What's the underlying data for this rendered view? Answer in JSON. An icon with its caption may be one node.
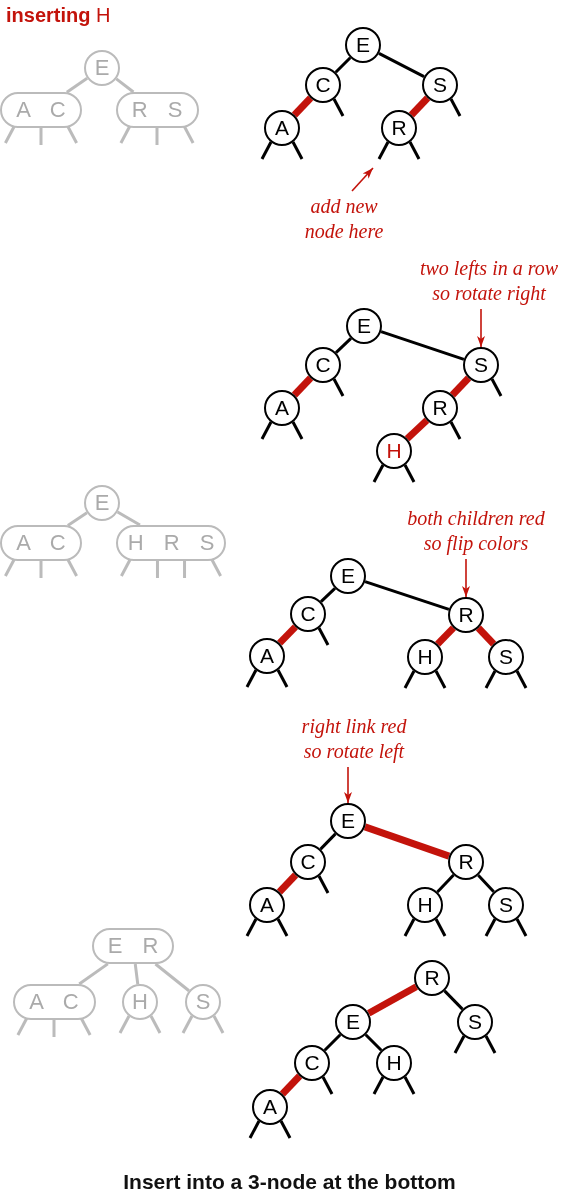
{
  "diagram": {
    "title": "**inserting** H",
    "caption": "Insert into a 3-node at the bottom",
    "nodes": [
      {
        "text": [
          "E"
        ]
      },
      {
        "text": [
          "A C"
        ]
      },
      {
        "text": [
          "R S"
        ]
      },
      {
        "text": [
          "E"
        ]
      },
      {
        "text": [
          "C"
        ]
      },
      {
        "text": [
          "S"
        ]
      },
      {
        "text": [
          "A"
        ]
      },
      {
        "text": [
          "R"
        ]
      },
      {
        "text": [
          "add new node here"
        ]
      },
      {
        "text": [
          "two lefts in a row so rotate right"
        ]
      },
      {
        "text": [
          "E"
        ]
      },
      {
        "text": [
          "C"
        ]
      },
      {
        "text": [
          "S"
        ]
      },
      {
        "text": [
          "A"
        ]
      },
      {
        "text": [
          "R"
        ]
      },
      {
        "text": [
          "H"
        ]
      },
      {
        "text": [
          "E"
        ]
      },
      {
        "text": [
          "A C"
        ]
      },
      {
        "text": [
          "H R S"
        ]
      },
      {
        "text": [
          "both children red so flip colors"
        ]
      },
      {
        "text": [
          "E"
        ]
      },
      {
        "text": [
          "C"
        ]
      },
      {
        "text": [
          "R"
        ]
      },
      {
        "text": [
          "A"
        ]
      },
      {
        "text": [
          "H"
        ]
      },
      {
        "text": [
          "S"
        ]
      },
      {
        "text": [
          "right link red so rotate left"
        ]
      },
      {
        "text": [
          "E"
        ]
      },
      {
        "text": [
          "C"
        ]
      },
      {
        "text": [
          "R"
        ]
      },
      {
        "text": [
          "A"
        ]
      },
      {
        "text": [
          "H"
        ]
      },
      {
        "text": [
          "S"
        ]
      },
      {
        "text": [
          "E R"
        ]
      },
      {
        "text": [
          "A C"
        ]
      },
      {
        "text": [
          "H"
        ]
      },
      {
        "text": [
          "S"
        ]
      },
      {
        "text": [
          "R"
        ]
      },
      {
        "text": [
          "E"
        ]
      },
      {
        "text": [
          "S"
        ]
      },
      {
        "text": [
          "C"
        ]
      },
      {
        "text": [
          "H"
        ]
      },
      {
        "text": [
          "A"
        ]
      }
    ],
    "edges": [
      {
        "from": 0,
        "to": 1,
        "arrow": "none",
        "color": "#bbbbbb"
      },
      {
        "from": 0,
        "to": 2,
        "arrow": "none",
        "color": "#bbbbbb"
      },
      {
        "from": 1,
        "to": null,
        "arrow": "none",
        "color": "#bbbbbb"
      },
      {
        "from": 1,
        "to": null,
        "arrow": "none",
        "color": "#bbbbbb"
      },
      {
        "from": 1,
        "to": null,
        "arrow": "none",
        "color": "#bbbbbb"
      },
      {
        "from": 2,
        "to": null,
        "arrow": "none",
        "color": "#bbbbbb"
      },
      {
        "from": 2,
        "to": null,
        "arrow": "none",
        "color": "#bbbbbb"
      },
      {
        "from": 2,
        "to": null,
        "arrow": "none",
        "color": "#bbbbbb"
      },
      {
        "from": 3,
        "to": 4,
        "arrow": "none"
      },
      {
        "from": 3,
        "to": 5,
        "arrow": "none"
      },
      {
        "from": 4,
        "to": 6,
        "arrow": "none",
        "style": "thick",
        "color": "#c3130b"
      },
      {
        "from": 5,
        "to": 7,
        "arrow": "none",
        "style": "thick",
        "color": "#c3130b"
      },
      {
        "from": 4,
        "to": null,
        "arrow": "none"
      },
      {
        "from": 5,
        "to": null,
        "arrow": "none"
      },
      {
        "from": 6,
        "to": null,
        "arrow": "none"
      },
      {
        "from": 6,
        "to": null,
        "arrow": "none"
      },
      {
        "from": 7,
        "to": null,
        "arrow": "none"
      },
      {
        "from": 7,
        "to": null,
        "arrow": "none"
      },
      {
        "from": 8,
        "to": null,
        "arrow": "to",
        "color": "#c3130b"
      },
      {
        "from": 9,
        "to": 12,
        "arrow": "to",
        "color": "#c3130b"
      },
      {
        "from": 10,
        "to": 11,
        "arrow": "none"
      },
      {
        "from": 10,
        "to": 12,
        "arrow": "none"
      },
      {
        "from": 11,
        "to": 13,
        "arrow": "none",
        "style": "thick",
        "color": "#c3130b"
      },
      {
        "from": 12,
        "to": 14,
        "arrow": "none",
        "style": "thick",
        "color": "#c3130b"
      },
      {
        "from": 14,
        "to": 15,
        "arrow": "none",
        "style": "thick",
        "color": "#c3130b"
      },
      {
        "from": 11,
        "to": null,
        "arrow": "none"
      },
      {
        "from": 12,
        "to": null,
        "arrow": "none"
      },
      {
        "from": 13,
        "to": null,
        "arrow": "none"
      },
      {
        "from": 13,
        "to": null,
        "arrow": "none"
      },
      {
        "from": 14,
        "to": null,
        "arrow": "none"
      },
      {
        "from": 15,
        "to": null,
        "arrow": "none"
      },
      {
        "from": 15,
        "to": null,
        "arrow": "none"
      },
      {
        "from": 16,
        "to": 17,
        "arrow": "none",
        "color": "#bbbbbb"
      },
      {
        "from": 16,
        "to": 18,
        "arrow": "none",
        "color": "#bbbbbb"
      },
      {
        "from": 17,
        "to": null,
        "arrow": "none",
        "color": "#bbbbbb"
      },
      {
        "from": 17,
        "to": null,
        "arrow": "none",
        "color": "#bbbbbb"
      },
      {
        "from": 17,
        "to": null,
        "arrow": "none",
        "color": "#bbbbbb"
      },
      {
        "from": 18,
        "to": null,
        "arrow": "none",
        "color": "#bbbbbb"
      },
      {
        "from": 18,
        "to": null,
        "arrow": "none",
        "color": "#bbbbbb"
      },
      {
        "from": 18,
        "to": null,
        "arrow": "none",
        "color": "#bbbbbb"
      },
      {
        "from": 18,
        "to": null,
        "arrow": "none",
        "color": "#bbbbbb"
      },
      {
        "from": 19,
        "to": 22,
        "arrow": "to",
        "color": "#c3130b"
      },
      {
        "from": 20,
        "to": 21,
        "arrow": "none"
      },
      {
        "from": 20,
        "to": 22,
        "arrow": "none"
      },
      {
        "from": 21,
        "to": 23,
        "arrow": "none",
        "style": "thick",
        "color": "#c3130b"
      },
      {
        "from": 22,
        "to": 24,
        "arrow": "none",
        "style": "thick",
        "color": "#c3130b"
      },
      {
        "from": 22,
        "to": 25,
        "arrow": "none",
        "style": "thick",
        "color": "#c3130b"
      },
      {
        "from": 21,
        "to": null,
        "arrow": "none"
      },
      {
        "from": 23,
        "to": null,
        "arrow": "none"
      },
      {
        "from": 23,
        "to": null,
        "arrow": "none"
      },
      {
        "from": 24,
        "to": null,
        "arrow": "none"
      },
      {
        "from": 24,
        "to": null,
        "arrow": "none"
      },
      {
        "from": 25,
        "to": null,
        "arrow": "none"
      },
      {
        "from": 25,
        "to": null,
        "arrow": "none"
      },
      {
        "from": 26,
        "to": 27,
        "arrow": "to",
        "color": "#c3130b"
      },
      {
        "from": 27,
        "to": 28,
        "arrow": "none"
      },
      {
        "from": 27,
        "to": 29,
        "arrow": "none",
        "style": "thick",
        "color": "#c3130b"
      },
      {
        "from": 28,
        "to": 30,
        "arrow": "none",
        "style": "thick",
        "color": "#c3130b"
      },
      {
        "from": 29,
        "to": 31,
        "arrow": "none"
      },
      {
        "from": 29,
        "to": 32,
        "arrow": "none"
      },
      {
        "from": 28,
        "to": null,
        "arrow": "none"
      },
      {
        "from": 30,
        "to": null,
        "arrow": "none"
      },
      {
        "from": 30,
        "to": null,
        "arrow": "none"
      },
      {
        "from": 31,
        "to": null,
        "arrow": "none"
      },
      {
        "from": 31,
        "to": null,
        "arrow": "none"
      },
      {
        "from": 32,
        "to": null,
        "arrow": "none"
      },
      {
        "from": 32,
        "to": null,
        "arrow": "none"
      },
      {
        "from": 33,
        "to": 34,
        "arrow": "none",
        "color": "#bbbbbb"
      },
      {
        "from": 33,
        "to": 35,
        "arrow": "none",
        "color": "#bbbbbb"
      },
      {
        "from": 33,
        "to": 36,
        "arrow": "none",
        "color": "#bbbbbb"
      },
      {
        "from": 34,
        "to": null,
        "arrow": "none",
        "color": "#bbbbbb"
      },
      {
        "from": 34,
        "to": null,
        "arrow": "none",
        "color": "#bbbbbb"
      },
      {
        "from": 34,
        "to": null,
        "arrow": "none",
        "color": "#bbbbbb"
      },
      {
        "from": 35,
        "to": null,
        "arrow": "none",
        "color": "#bbbbbb"
      },
      {
        "from": 35,
        "to": null,
        "arrow": "none",
        "color": "#bbbbbb"
      },
      {
        "from": 36,
        "to": null,
        "arrow": "none",
        "color": "#bbbbbb"
      },
      {
        "from": 36,
        "to": null,
        "arrow": "none",
        "color": "#bbbbbb"
      },
      {
        "from": 37,
        "to": 38,
        "arrow": "none",
        "style": "thick",
        "color": "#c3130b"
      },
      {
        "from": 37,
        "to": 39,
        "arrow": "none"
      },
      {
        "from": 38,
        "to": 40,
        "arrow": "none"
      },
      {
        "from": 38,
        "to": 41,
        "arrow": "none"
      },
      {
        "from": 40,
        "to": 42,
        "arrow": "none",
        "style": "thick",
        "color": "#c3130b"
      },
      {
        "from": 39,
        "to": null,
        "arrow": "none"
      },
      {
        "from": 39,
        "to": null,
        "arrow": "none"
      },
      {
        "from": 40,
        "to": null,
        "arrow": "none"
      },
      {
        "from": 41,
        "to": null,
        "arrow": "none"
      },
      {
        "from": 41,
        "to": null,
        "arrow": "none"
      },
      {
        "from": 42,
        "to": null,
        "arrow": "none"
      },
      {
        "from": 42,
        "to": null,
        "arrow": "none"
      }
    ]
  }
}
